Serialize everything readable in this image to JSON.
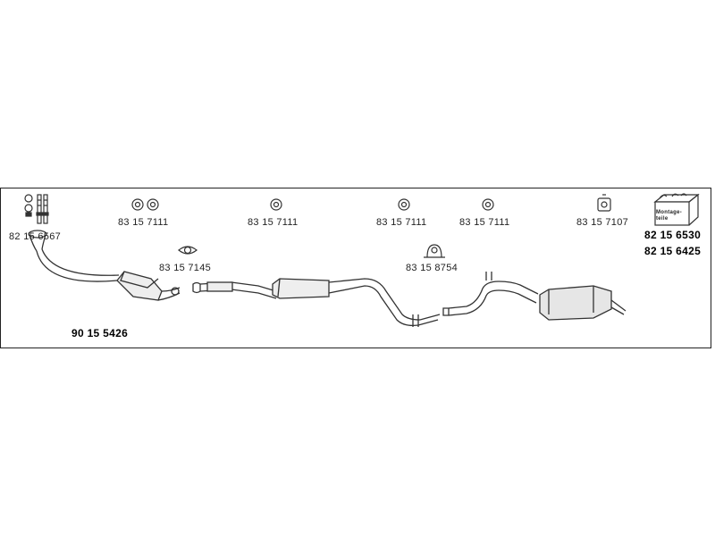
{
  "parts": {
    "clamp_set": "82 15 6567",
    "hanger_1": "83 15 7111",
    "hanger_2": "83 15 7111",
    "hanger_3": "83 15 7111",
    "hanger_4": "83 15 7111",
    "hanger_rear": "83 15 7107",
    "gasket": "83 15 7145",
    "ring_clamp": "83 15  8754",
    "mounting_kit_1": "82 15 6530",
    "mounting_kit_2": "82 15 6425",
    "system": "90 15 5426"
  },
  "kit_label": "Montage-\nteile"
}
